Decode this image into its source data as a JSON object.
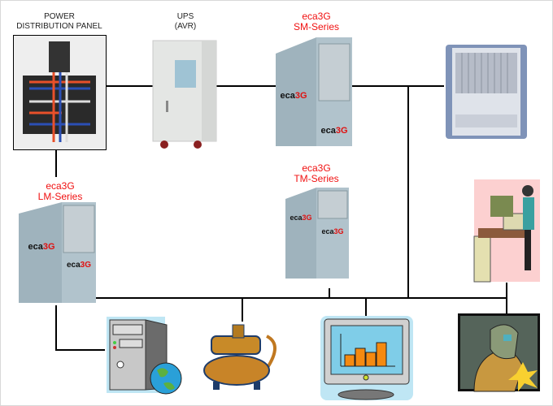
{
  "nodes": {
    "power_panel": {
      "line1": "POWER",
      "line2": "DISTRIBUTION PANEL"
    },
    "ups": {
      "line1": "UPS",
      "line2": "(AVR)"
    },
    "sm_series": {
      "line1": "eca3G",
      "line2": "SM-Series"
    },
    "tm_series": {
      "line1": "eca3G",
      "line2": "TM-Series"
    },
    "lm_series": {
      "line1": "eca3G",
      "line2": "LM-Series"
    }
  },
  "colors": {
    "label_red": "#f01010",
    "line": "#000000",
    "cabinet": "#a9bcc6",
    "pink_bg": "#fcd0d0"
  },
  "icons": [
    "power-panel-image",
    "ups-cabinet-image",
    "sm-cabinet-image",
    "server-rack-image",
    "tm-cabinet-image",
    "lm-cabinet-image",
    "woodworker-image",
    "computer-globe-icon",
    "water-pump-icon",
    "monitor-chart-icon",
    "welder-icon"
  ]
}
